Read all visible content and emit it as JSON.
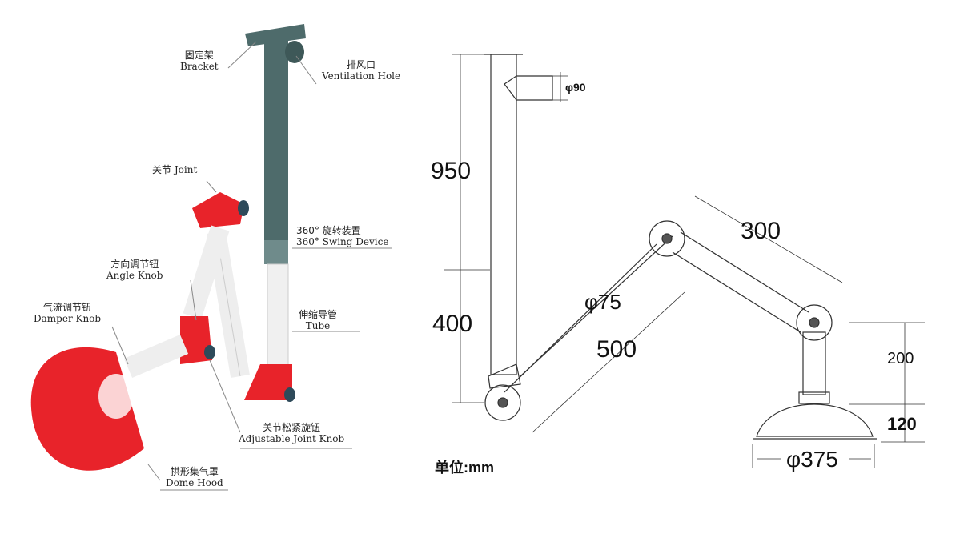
{
  "labels": {
    "bracket": {
      "cn": "固定架",
      "en": "Bracket"
    },
    "vent": {
      "cn": "排风口",
      "en": "Ventilation Hole"
    },
    "joint": {
      "cn": "关节",
      "en": "Joint"
    },
    "swing": {
      "cn": "360°  旋转装置",
      "en": "360°  Swing Device"
    },
    "angle": {
      "cn": "方向调节钮",
      "en": "Angle Knob"
    },
    "tube": {
      "cn": "伸缩导管",
      "en": "Tube"
    },
    "damper": {
      "cn": "气流调节钮",
      "en": "Damper Knob"
    },
    "jointknob": {
      "cn": "关节松紧旋钮",
      "en": "Adjustable Joint Knob"
    },
    "dome": {
      "cn": "拱形集气罩",
      "en": "Dome Hood"
    }
  },
  "dimensions": {
    "phi90": "φ90",
    "d950": "950",
    "d400": "400",
    "d300": "300",
    "phi75": "φ75",
    "d500": "500",
    "d200": "200",
    "d120": "120",
    "phi375": "φ375",
    "unit": "单位:mm"
  },
  "colors": {
    "red": "#e8232a",
    "grey": "#4e6b6b",
    "white": "#f2f2f2"
  }
}
